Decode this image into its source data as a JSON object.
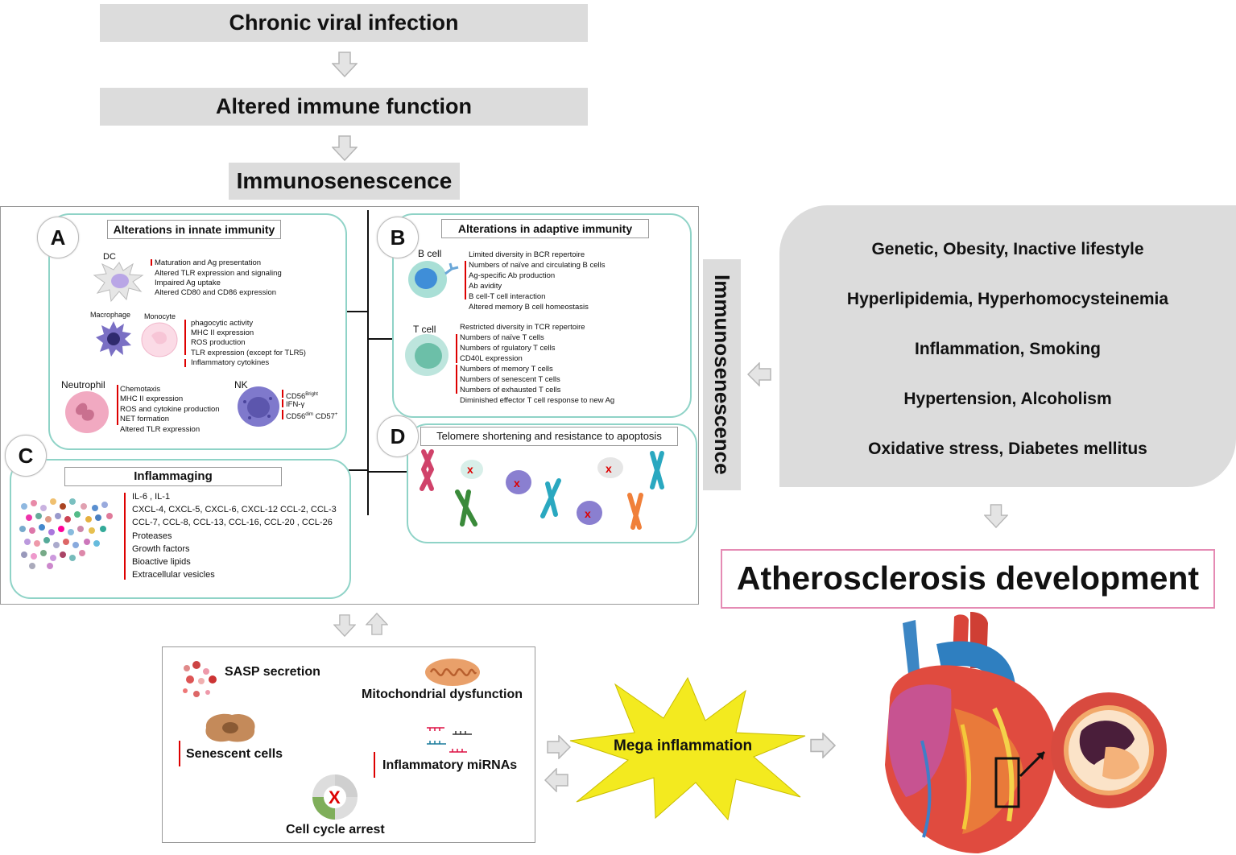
{
  "top_flow": {
    "step1": "Chronic viral infection",
    "step2": "Altered immune function",
    "step3": "Immunosenescence"
  },
  "panel_a": {
    "letter": "A",
    "title": "Alterations in innate immunity",
    "dc": {
      "name": "DC",
      "lines": [
        "Maturation and Ag presentation",
        "Altered TLR expression and signaling",
        "Impaired Ag uptake",
        "Altered CD80 and CD86 expression"
      ]
    },
    "macrophage": "Macrophage",
    "monocyte": {
      "name": "Monocyte",
      "lines": [
        "phagocytic activity",
        "MHC II expression",
        "ROS production",
        "TLR expression (except for TLR5)",
        "Inflammatory cytokines"
      ]
    },
    "neutrophil": {
      "name": "Neutrophil",
      "lines": [
        "Chemotaxis",
        "MHC II expression",
        "ROS and cytokine production",
        "NET formation",
        "Altered TLR expression"
      ]
    },
    "nk": {
      "name": "NK",
      "line1": "CD56",
      "line1_sup": "Bright",
      "line2": "IFN-γ",
      "line3": "CD56",
      "line3_sup": "dim",
      "line3_rest": " CD57",
      "line3_sup2": "+"
    }
  },
  "panel_b": {
    "letter": "B",
    "title": "Alterations in adaptive immunity",
    "bcell": {
      "name": "B cell",
      "lines": [
        "Limited diversity in BCR repertoire",
        "Numbers of naïve and circulating B cells",
        "Ag-specific Ab production",
        "Ab avidity",
        "B cell-T cell interaction",
        "Altered memory B cell homeostasis"
      ]
    },
    "tcell": {
      "name": "T cell",
      "lines": [
        "Restricted diversity in TCR repertoire",
        "Numbers of naïve T cells",
        "Numbers of rgulatory T cells",
        "CD40L expression",
        "Numbers of memory T cells",
        "Numbers of senescent T cells",
        "Numbers of exhausted T cells",
        "Diminished effector T cell response to new Ag"
      ]
    }
  },
  "panel_c": {
    "letter": "C",
    "title": "Inflammaging",
    "lines": [
      "IL-6 , IL-1",
      "CXCL-4, CXCL-5, CXCL-6, CXCL-12 CCL-2, CCL-3",
      "CCL-7, CCL-8, CCL-13, CCL-16, CCL-20 , CCL-26",
      "Proteases",
      "Growth factors",
      "Bioactive lipids",
      "Extracellular vesicles"
    ]
  },
  "panel_d": {
    "letter": "D",
    "title": "Telomere shortening and resistance to apoptosis"
  },
  "side_label": "Immunosenescence",
  "risk_factors": [
    "Genetic, Obesity, Inactive lifestyle",
    "Hyperlipidemia, Hyperhomocysteinemia",
    "Inflammation, Smoking",
    "Hypertension, Alcoholism",
    "Oxidative stress, Diabetes mellitus"
  ],
  "outcome": "Atherosclerosis development",
  "senescence_box": {
    "sasp": "SASP secretion",
    "mito": "Mitochondrial dysfunction",
    "senescent": "Senescent cells",
    "mirna": "Inflammatory miRNAs",
    "cycle": "Cell cycle arrest"
  },
  "mega": "Mega inflammation",
  "colors": {
    "banner": "#dcdcdc",
    "panel_border": "#8fd3c7",
    "up_down_arrow": "#dd0000",
    "star": "#f3ea1f",
    "outcome_border": "#e58bb4"
  }
}
